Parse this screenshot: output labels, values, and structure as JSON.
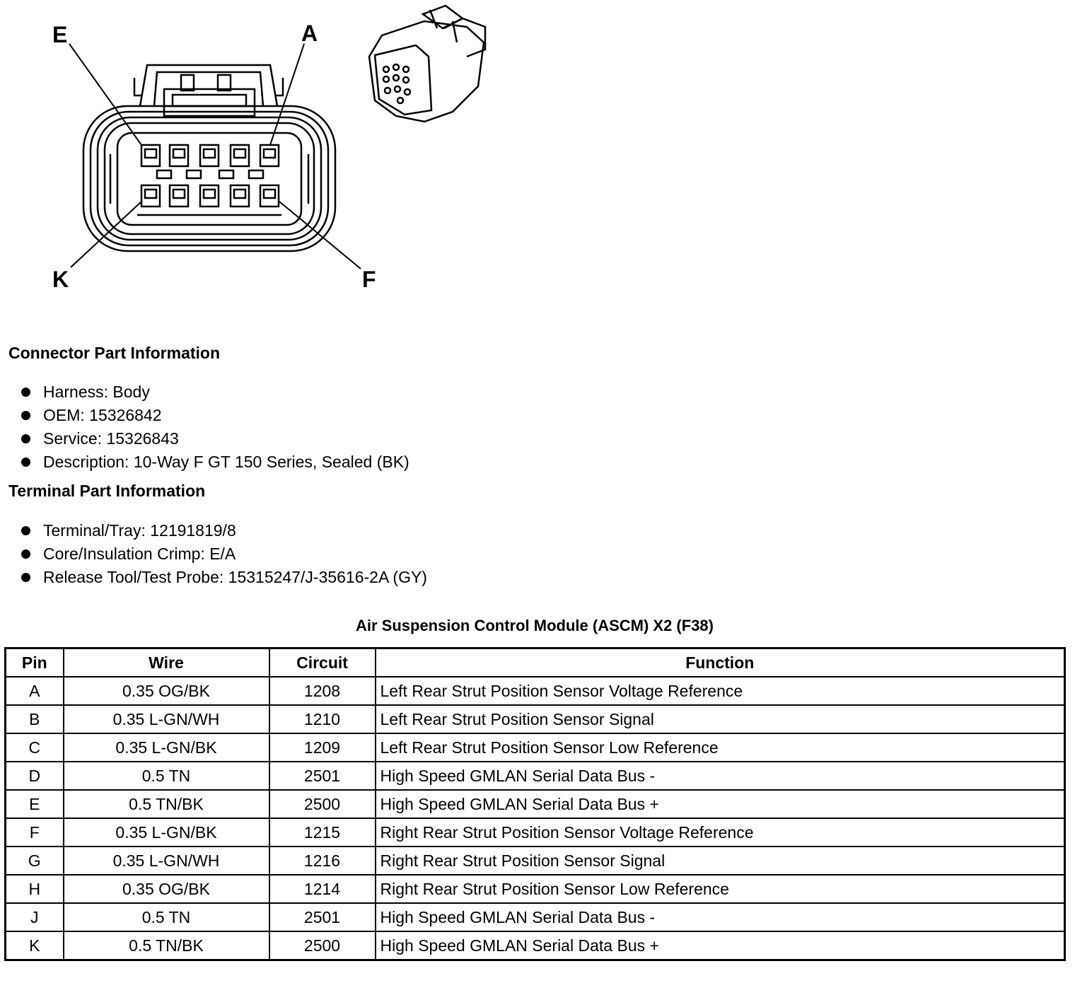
{
  "diagram": {
    "pin_labels": {
      "top_left": "E",
      "top_right": "A",
      "bottom_left": "K",
      "bottom_right": "F"
    }
  },
  "connector_info": {
    "heading": "Connector Part Information",
    "items": [
      "Harness: Body",
      "OEM: 15326842",
      "Service: 15326843",
      "Description: 10-Way F GT 150 Series, Sealed (BK)"
    ]
  },
  "terminal_info": {
    "heading": "Terminal Part Information",
    "items": [
      "Terminal/Tray: 12191819/8",
      "Core/Insulation Crimp: E/A",
      "Release Tool/Test Probe: 15315247/J-35616-2A (GY)"
    ]
  },
  "table": {
    "title": "Air Suspension Control Module (ASCM) X2 (F38)",
    "headers": [
      "Pin",
      "Wire",
      "Circuit",
      "Function"
    ],
    "rows": [
      [
        "A",
        "0.35 OG/BK",
        "1208",
        "Left Rear Strut Position Sensor Voltage Reference"
      ],
      [
        "B",
        "0.35 L-GN/WH",
        "1210",
        "Left Rear Strut Position Sensor Signal"
      ],
      [
        "C",
        "0.35 L-GN/BK",
        "1209",
        "Left Rear Strut Position Sensor Low Reference"
      ],
      [
        "D",
        "0.5 TN",
        "2501",
        "High Speed GMLAN Serial Data Bus -"
      ],
      [
        "E",
        "0.5 TN/BK",
        "2500",
        "High Speed GMLAN Serial Data Bus +"
      ],
      [
        "F",
        "0.35 L-GN/BK",
        "1215",
        "Right Rear Strut Position Sensor Voltage Reference"
      ],
      [
        "G",
        "0.35 L-GN/WH",
        "1216",
        "Right Rear Strut Position Sensor Signal"
      ],
      [
        "H",
        "0.35 OG/BK",
        "1214",
        "Right Rear Strut Position Sensor Low Reference"
      ],
      [
        "J",
        "0.5 TN",
        "2501",
        "High Speed GMLAN Serial Data Bus -"
      ],
      [
        "K",
        "0.5 TN/BK",
        "2500",
        "High Speed GMLAN Serial Data Bus +"
      ]
    ]
  }
}
